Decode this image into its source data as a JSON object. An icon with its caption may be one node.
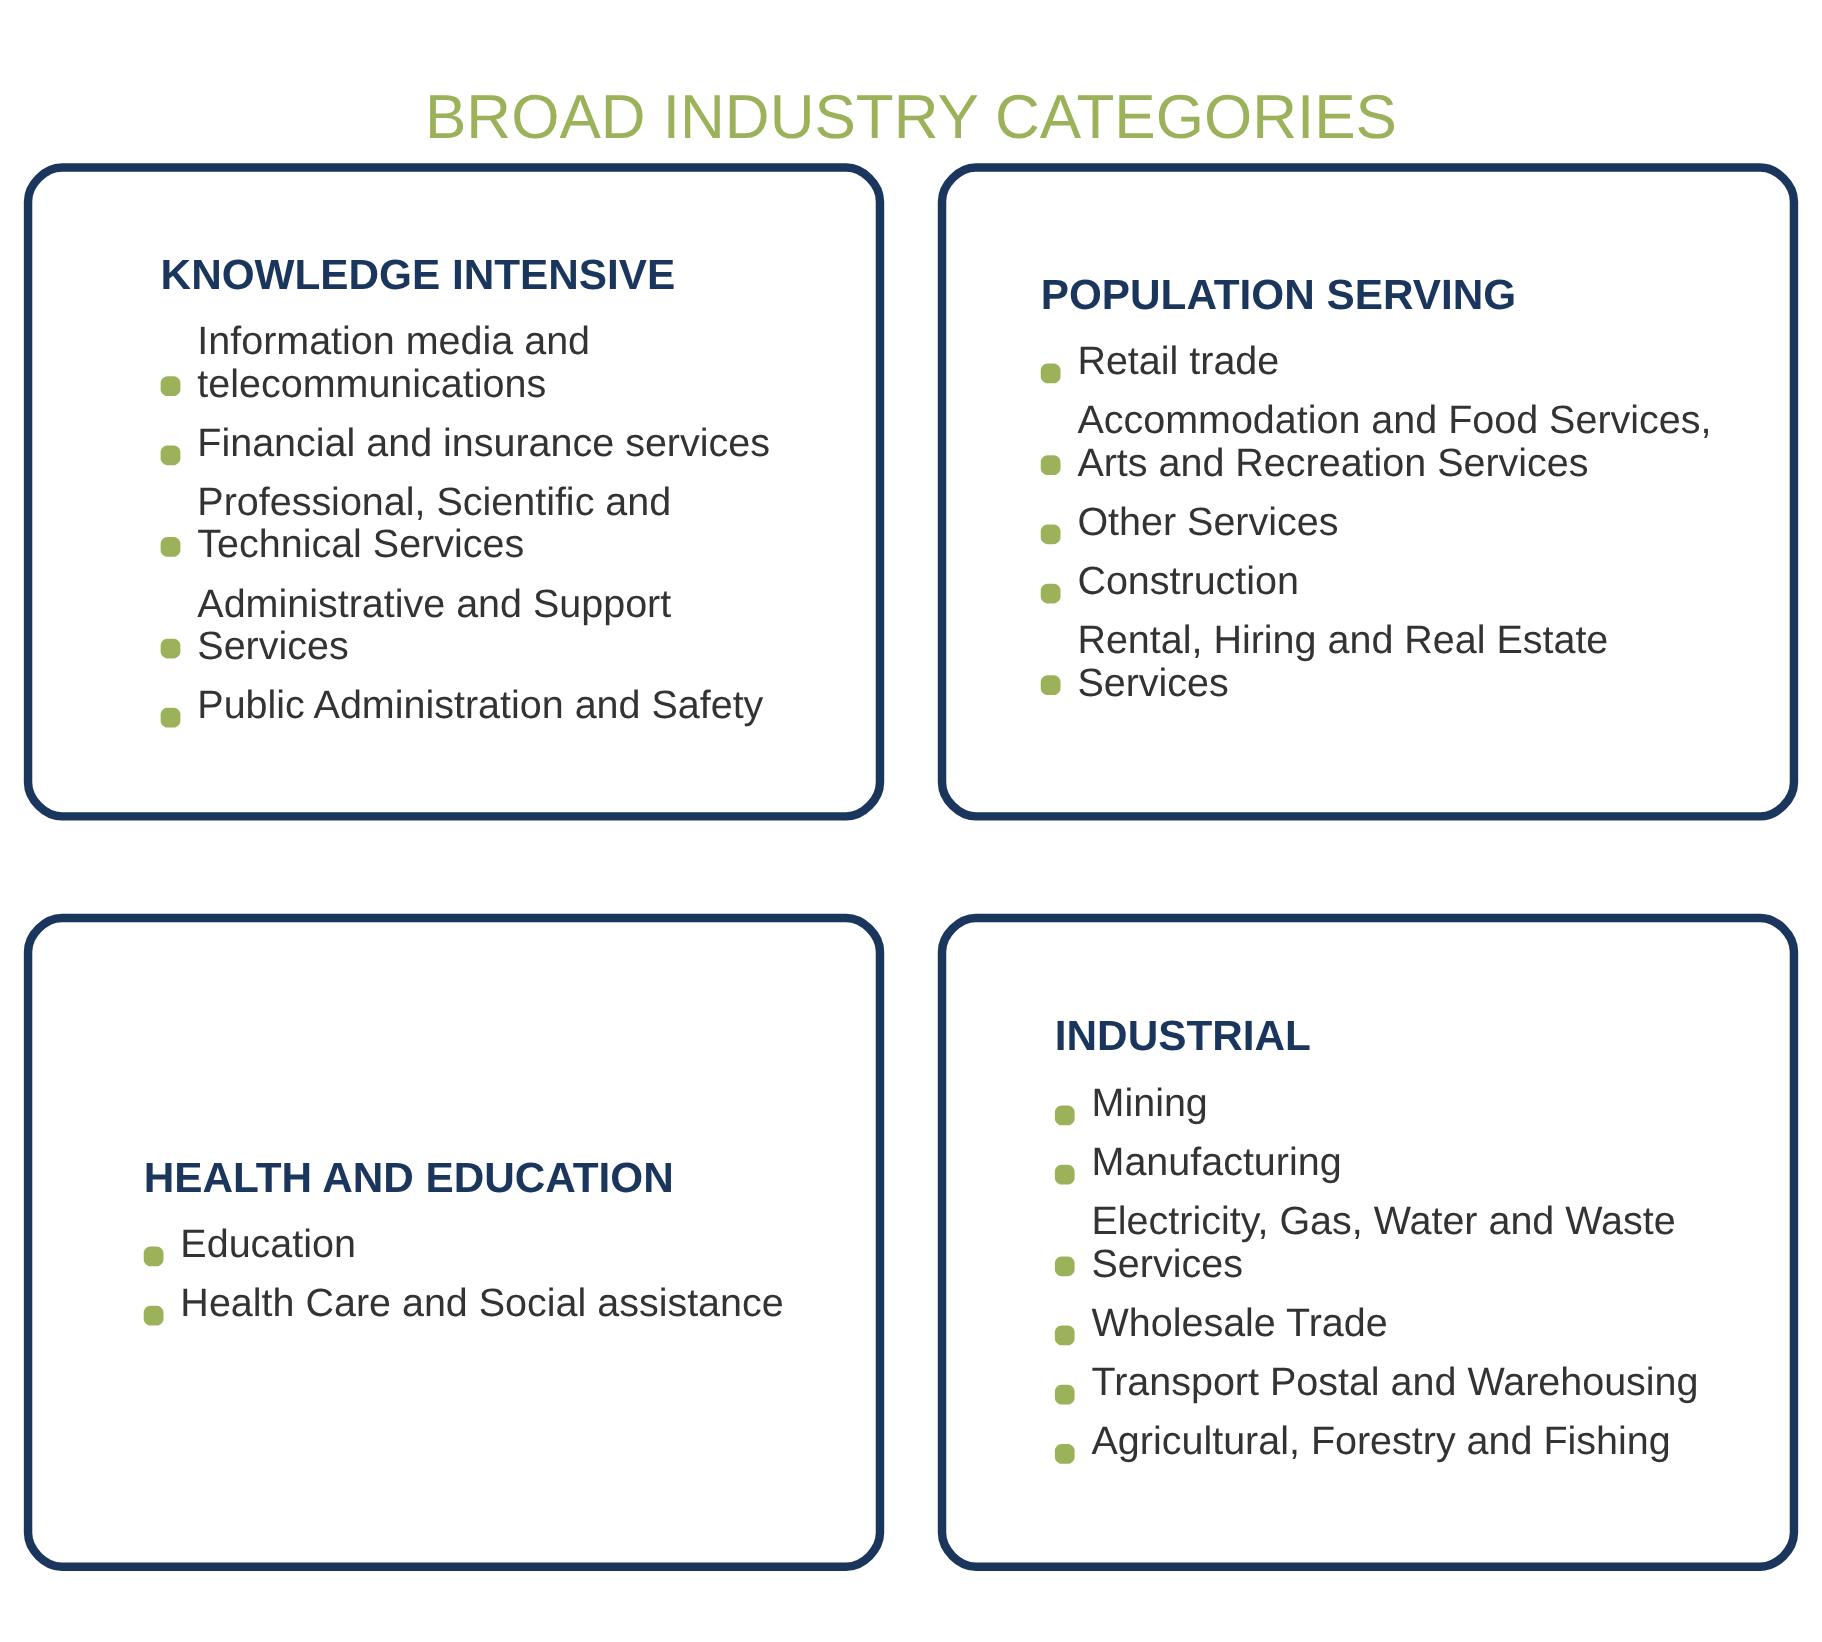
{
  "diagram": {
    "title": "BROAD INDUSTRY CATEGORIES",
    "nodes": [
      {
        "text": [
          "KNOWLEDGE INTENSIVE",
          "Information media and telecommunications",
          "Financial and insurance services",
          "Professional, Scientific and Technical Services",
          "Administrative and Support Services",
          "Public Administration and Safety"
        ]
      },
      {
        "text": [
          "POPULATION SERVING",
          "Retail trade",
          "Accommodation and Food Services, Arts and Recreation Services",
          "Other Services",
          "Construction",
          "Rental, Hiring and Real Estate Services"
        ]
      },
      {
        "text": [
          "HEALTH AND EDUCATION",
          "Education",
          "Health Care and Social assistance"
        ]
      },
      {
        "text": [
          "INDUSTRIAL",
          "Mining",
          "Manufacturing",
          "Electricity, Gas, Water and Waste Services",
          "Wholesale Trade",
          "Transport Postal and Warehousing",
          "Agricultural, Forestry and Fishing"
        ]
      }
    ],
    "edges": []
  }
}
